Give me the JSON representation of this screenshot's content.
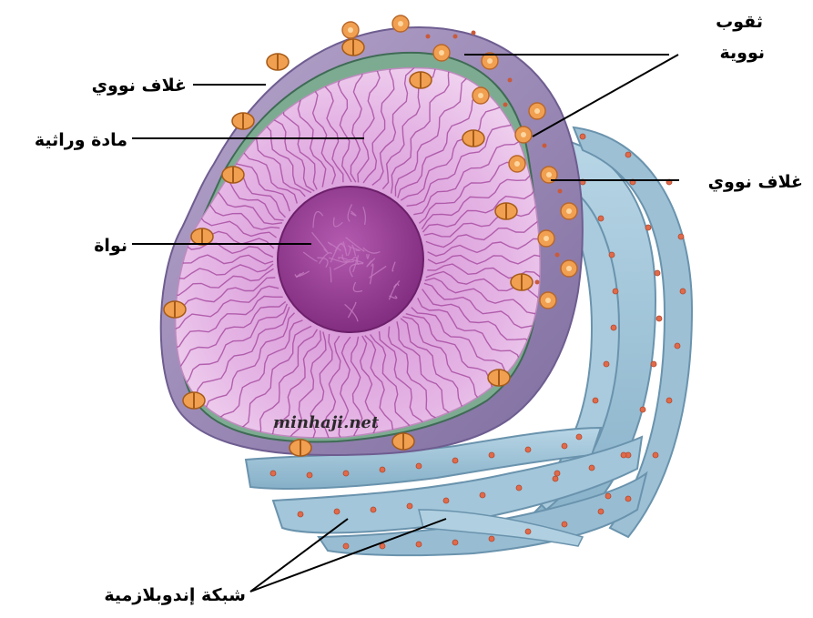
{
  "labels": {
    "nuclear_envelope_left": "غلاف نووي",
    "genetic_material": "مادة وراثية",
    "nucleolus": "نواة",
    "nuclear_pores_line1": "ثقوب",
    "nuclear_pores_line2": "نووية",
    "nuclear_envelope_right": "غلاف نووي",
    "endoplasmic_reticulum": "شبكة إندوبلازمية"
  },
  "watermark": "minhaji.net",
  "colors": {
    "envelope_outer": "#9c8db8",
    "nucleoplasm": "#dca8dc",
    "chromatin": "#a0409a",
    "nucleolus": "#9b3c98",
    "pore": "#f0a050",
    "er": "#9ec4d8",
    "er_edge": "#6a93ad",
    "ribosome": "#e06a4a"
  }
}
